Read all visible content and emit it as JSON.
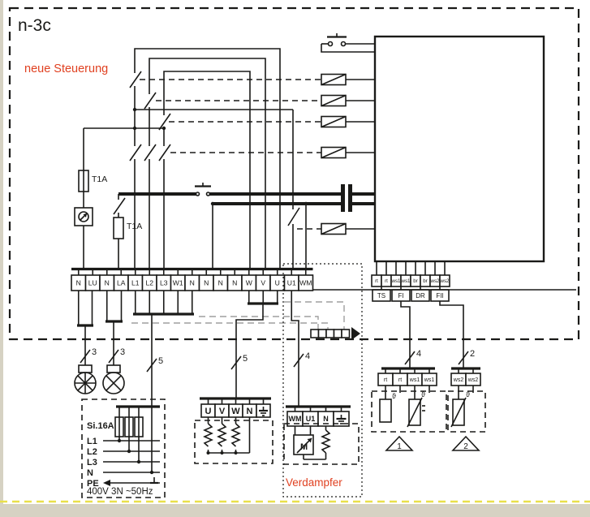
{
  "header": {
    "title": "n-3c",
    "subtitle": "neue Steuerung"
  },
  "colors": {
    "line": "#1a1a18",
    "accent_red": "#e04020",
    "margin_strip": "#d6d2c3",
    "yellow_dash": "#e9e04a",
    "routing_gray": "#9f9f9f"
  },
  "labels": {
    "fuse_top": "T1A",
    "fuse_mid": "T1A",
    "verdampfer": "Verdampfer",
    "supply_fuse": "Si.16A",
    "supply_rating": "400V 3N ~50Hz",
    "motor": "M",
    "sensor1_badge": "1",
    "sensor2_badge": "2",
    "theta1": "ϑ",
    "theta2": "ϑ",
    "theta3": "ϑ"
  },
  "wire_counts": {
    "lamp1": "3",
    "lamp2": "3",
    "supply": "5",
    "compressor": "5",
    "verdampfer": "4",
    "sensor_group1": "4",
    "sensor_group2": "2"
  },
  "main_terminal_strip": [
    "N",
    "LU",
    "N",
    "LA",
    "L1",
    "L2",
    "L3",
    "W1",
    "N",
    "N",
    "N",
    "N",
    "W",
    "V",
    "U",
    "U1",
    "WM"
  ],
  "controller_terminal_strip": [
    "rt",
    "rt",
    "ws1",
    "ws1",
    "br",
    "br",
    "ws2",
    "ws2"
  ],
  "controller_terminal_groups": [
    "TS",
    "FI",
    "DR",
    "FII"
  ],
  "compressor_connector": [
    "U",
    "V",
    "W",
    "N"
  ],
  "verdampfer_connector": [
    "WM",
    "U1",
    "N"
  ],
  "sensor_connector_1": [
    "rt",
    "rt",
    "ws1",
    "ws1"
  ],
  "sensor_connector_2": [
    "ws2",
    "ws2"
  ],
  "supply_lines": [
    "L1",
    "L2",
    "L3",
    "N",
    "PE"
  ]
}
